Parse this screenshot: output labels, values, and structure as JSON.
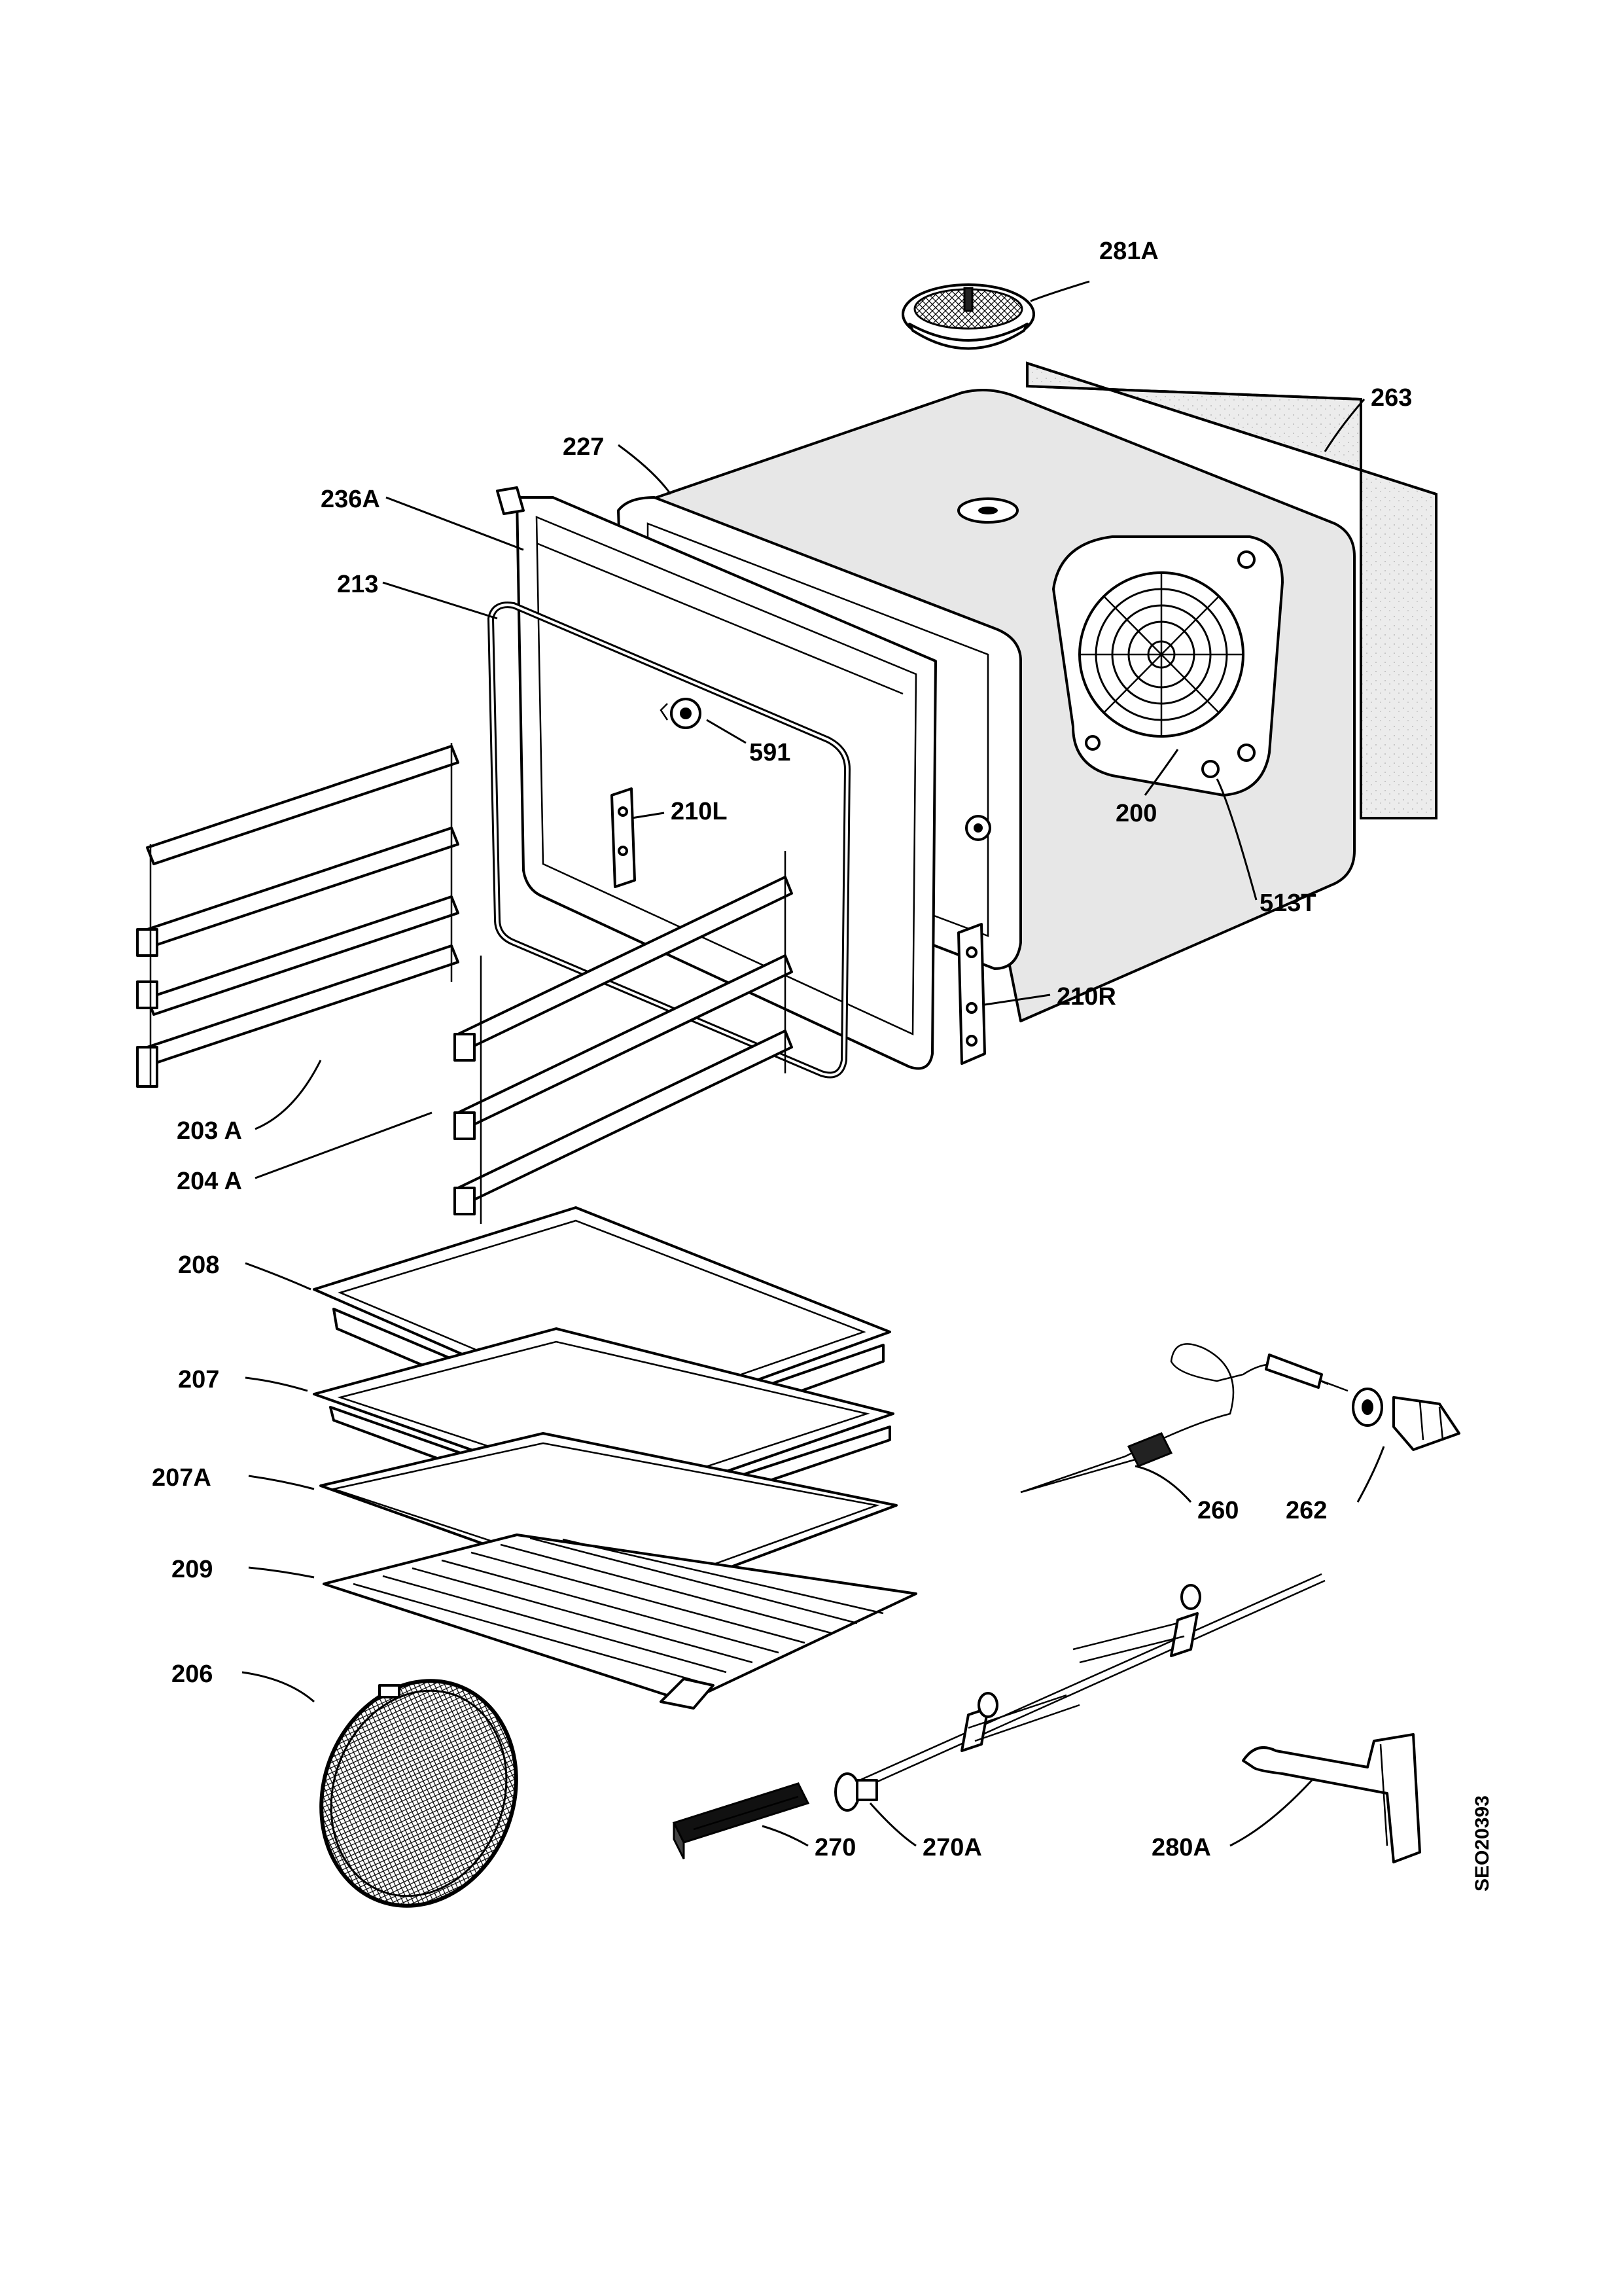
{
  "diagram": {
    "labels": {
      "l281A": "281A",
      "l263": "263",
      "l227": "227",
      "l236A": "236A",
      "l213": "213",
      "l591": "591",
      "l210L": "210L",
      "l200": "200",
      "l513T": "513T",
      "l210R": "210R",
      "l203A": "203 A",
      "l204A": "204 A",
      "l208": "208",
      "l207": "207",
      "l207A": "207A",
      "l209": "209",
      "l206": "206",
      "l260": "260",
      "l262": "262",
      "l270": "270",
      "l270A": "270A",
      "l280A": "280A"
    },
    "drawing_code": "SEO20393"
  }
}
